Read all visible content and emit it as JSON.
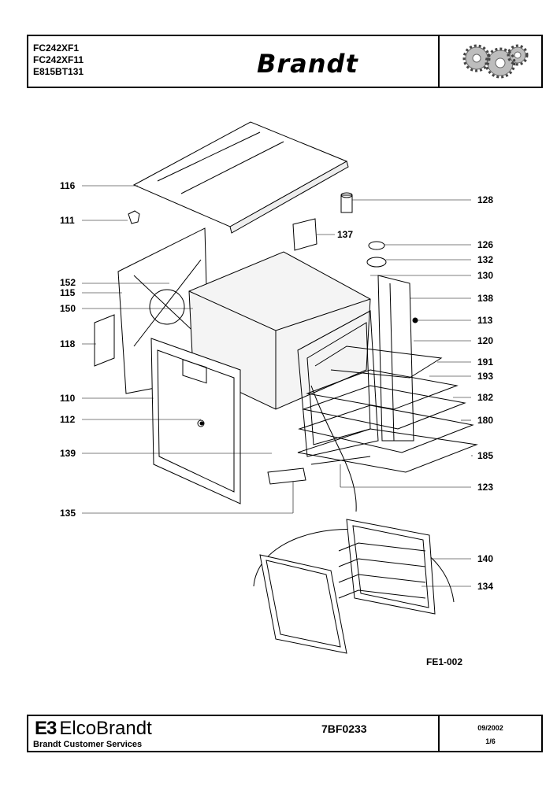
{
  "header": {
    "models": [
      "FC242XF1",
      "FC242XF11",
      "E815BT131"
    ],
    "brand": "Brandt"
  },
  "diagram": {
    "labels_left": [
      "116",
      "111",
      "152",
      "115",
      "150",
      "118",
      "110",
      "112",
      "139",
      "135"
    ],
    "labels_right": [
      "128",
      "137",
      "126",
      "132",
      "130",
      "138",
      "113",
      "120",
      "191",
      "193",
      "182",
      "180",
      "185",
      "123",
      "140",
      "134"
    ],
    "figure_code": "FE1-002"
  },
  "footer": {
    "logo_mark": "E3",
    "company": "ElcoBrandt",
    "customer_services": "Brandt Customer Services",
    "document_ref": "7BF0233",
    "date": "09/2002",
    "page": "1/6"
  },
  "icons": {
    "header_emblem": "gears-icon",
    "footer_logo": "elcobrandt-logo-icon"
  }
}
